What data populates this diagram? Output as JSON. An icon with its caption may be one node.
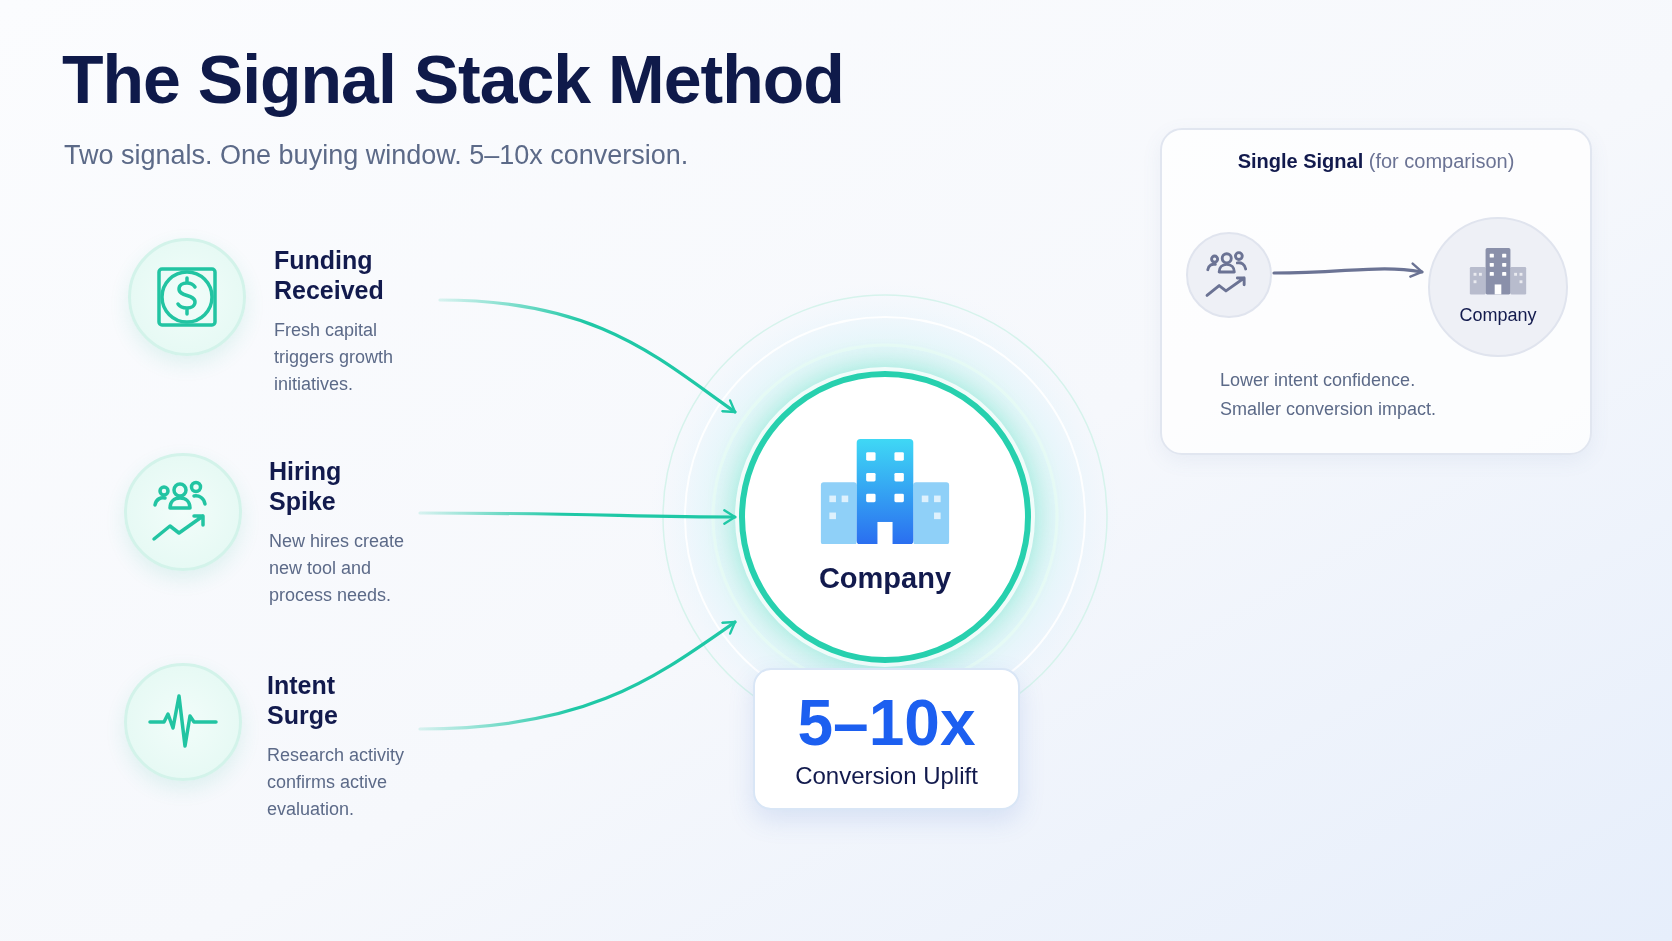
{
  "diagram": {
    "title": "The Signal Stack Method",
    "nodes": [
      {
        "text": [
          "Funding Received",
          "Fresh capital triggers growth initiatives."
        ]
      },
      {
        "text": [
          "Hiring Spike",
          "New hires create new tool and process needs."
        ]
      },
      {
        "text": [
          "Intent Surge",
          "Research activity confirms active evaluation."
        ]
      },
      {
        "text": [
          "Company"
        ]
      },
      {
        "text": [
          "5–10x",
          "Conversion Uplift"
        ]
      },
      {
        "text": [
          "**Single Signal** (for comparison)",
          "Lower intent confidence. Smaller conversion impact."
        ]
      },
      {
        "text": [],
        "shape": "circle",
        "in": 5
      },
      {
        "text": [
          "Company"
        ],
        "in": 5
      }
    ],
    "edges": [
      {
        "from": 0,
        "to": 3,
        "arrow": "to"
      },
      {
        "from": 1,
        "to": 3,
        "arrow": "to"
      },
      {
        "from": 2,
        "to": 3,
        "arrow": "to"
      },
      {
        "from": 6,
        "to": 7,
        "arrow": "to",
        "color": "#6b7394"
      }
    ],
    "labels": [
      "Two signals. One buying window. 5–10x conversion."
    ]
  }
}
